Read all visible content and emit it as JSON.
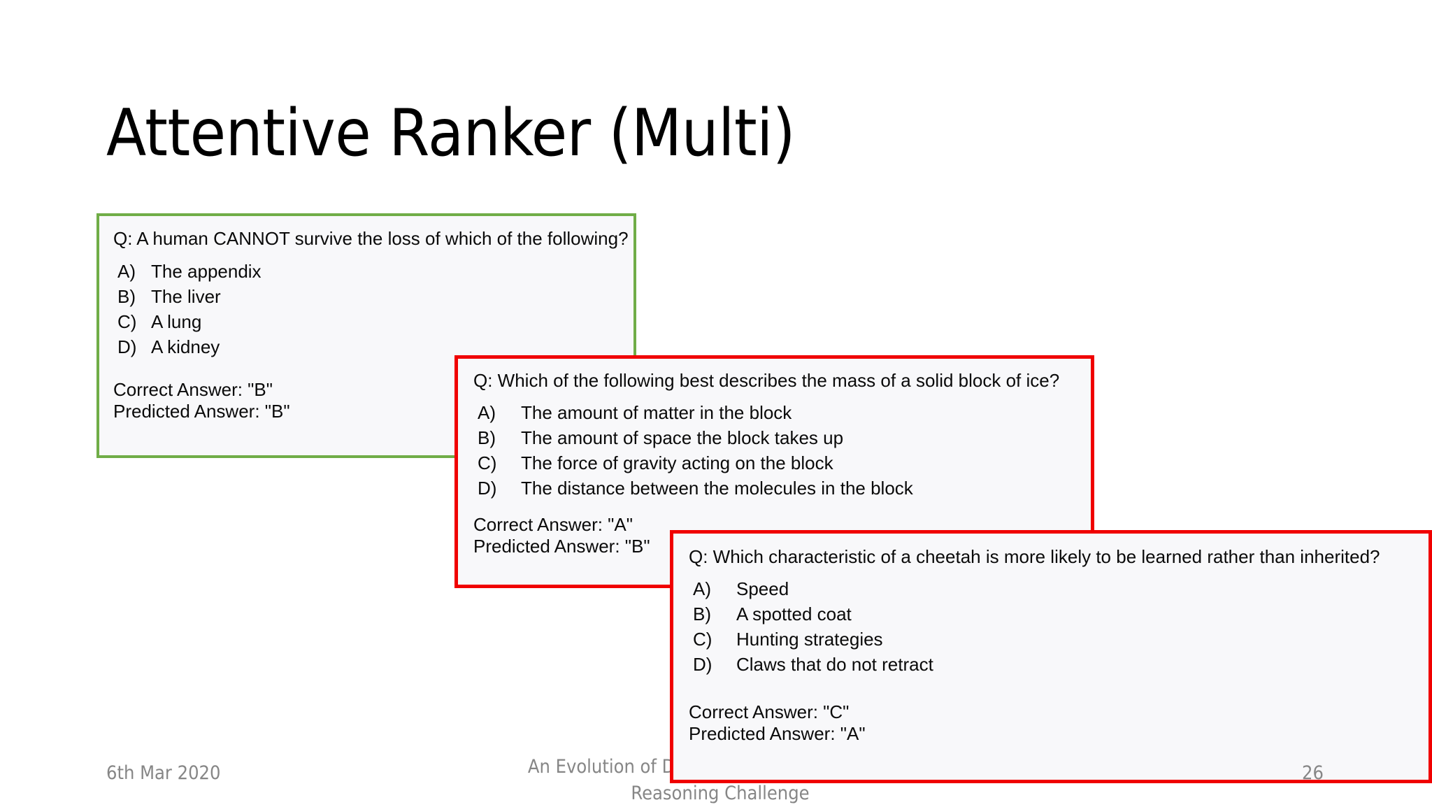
{
  "slide": {
    "title": "Attentive Ranker (Multi)",
    "background_color": "#ffffff"
  },
  "colors": {
    "correct_border": "#70ad47",
    "incorrect_border": "#f00000",
    "card_background": "#f8f8fa",
    "footer_text": "#868686",
    "body_text": "#0a0a0a"
  },
  "cards": [
    {
      "id": "card-1",
      "border_color": "#70ad47",
      "question": "Q: A human CANNOT survive the loss of which of the following?",
      "options": [
        {
          "letter": "A)",
          "text": "The appendix"
        },
        {
          "letter": "B)",
          "text": "The liver"
        },
        {
          "letter": "C)",
          "text": "A lung"
        },
        {
          "letter": "D)",
          "text": "A kidney"
        }
      ],
      "correct_answer": "Correct Answer: \"B\"",
      "predicted_answer": "Predicted Answer: \"B\""
    },
    {
      "id": "card-2",
      "border_color": "#f00000",
      "question": "Q: Which of the following best describes the mass of a solid block of ice?",
      "options": [
        {
          "letter": "A)",
          "text": "The amount of matter in the block"
        },
        {
          "letter": "B)",
          "text": "The amount of space the block takes up"
        },
        {
          "letter": "C)",
          "text": "The force of gravity acting on the block"
        },
        {
          "letter": "D)",
          "text": "The distance between the molecules in the block"
        }
      ],
      "correct_answer": "Correct Answer: \"A\"",
      "predicted_answer": "Predicted Answer: \"B\""
    },
    {
      "id": "card-3",
      "border_color": "#f00000",
      "question": "Q: Which characteristic of a cheetah is more likely to be learned rather than inherited?",
      "options": [
        {
          "letter": "A)",
          "text": "Speed"
        },
        {
          "letter": "B)",
          "text": "A spotted coat"
        },
        {
          "letter": "C)",
          "text": "Hunting strategies"
        },
        {
          "letter": "D)",
          "text": "Claws that do not retract"
        }
      ],
      "correct_answer": "Correct Answer: \"C\"",
      "predicted_answer": "Predicted Answer: \"A\""
    }
  ],
  "footer": {
    "date": "6th Mar 2020",
    "subject": "An Evolution of Deep Learning Models for AI2 Reasoning Challenge",
    "page_number": "26"
  }
}
